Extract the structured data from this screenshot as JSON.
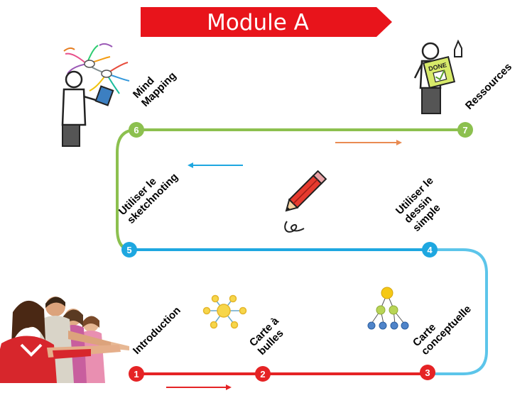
{
  "banner": {
    "title": "Module A"
  },
  "steps": [
    {
      "number": "1",
      "label": "Introduction"
    },
    {
      "number": "2",
      "label": "Carte à\nbulles"
    },
    {
      "number": "3",
      "label": "Carte\nconceptuelle"
    },
    {
      "number": "4",
      "label": "Utiliser le\ndessin\nsimple"
    },
    {
      "number": "5",
      "label": "Utiliser le\nsketchnoting"
    },
    {
      "number": "6",
      "label": "Mind\nMapping"
    },
    {
      "number": "7",
      "label": "Ressources"
    }
  ],
  "illustrations": {
    "done_sign": "DONE"
  },
  "colors": {
    "banner": "#e8141b",
    "red_path": "#e52325",
    "blue_path": "#1ea7e0",
    "light_blue_path": "#5cc5ea",
    "green_path": "#8cc04f",
    "orange_arrow": "#e98b52"
  },
  "icons": [
    "people-photo-icon",
    "bubble-map-icon",
    "concept-map-icon",
    "pencil-icon",
    "mind-map-person-icon",
    "done-sign-person-icon"
  ]
}
